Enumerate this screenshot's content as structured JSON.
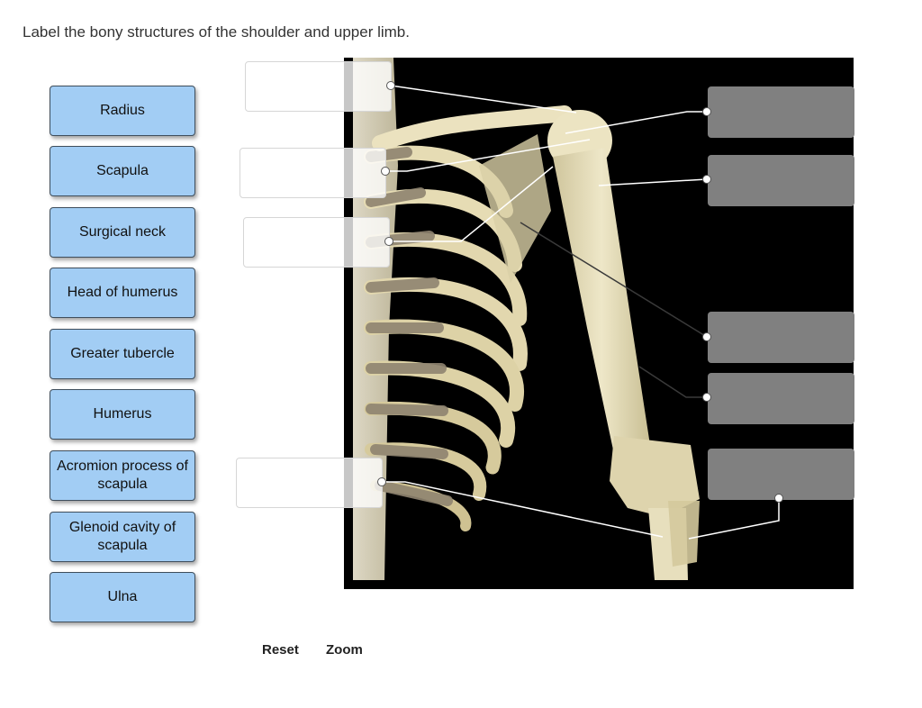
{
  "question": "Label the bony structures of the shoulder and upper limb.",
  "labels": [
    "Radius",
    "Scapula",
    "Surgical neck",
    "Head of humerus",
    "Greater tubercle",
    "Humerus",
    "Acromion process of scapula",
    "Glenoid cavity of scapula",
    "Ulna"
  ],
  "controls": {
    "reset": "Reset",
    "zoom": "Zoom"
  }
}
